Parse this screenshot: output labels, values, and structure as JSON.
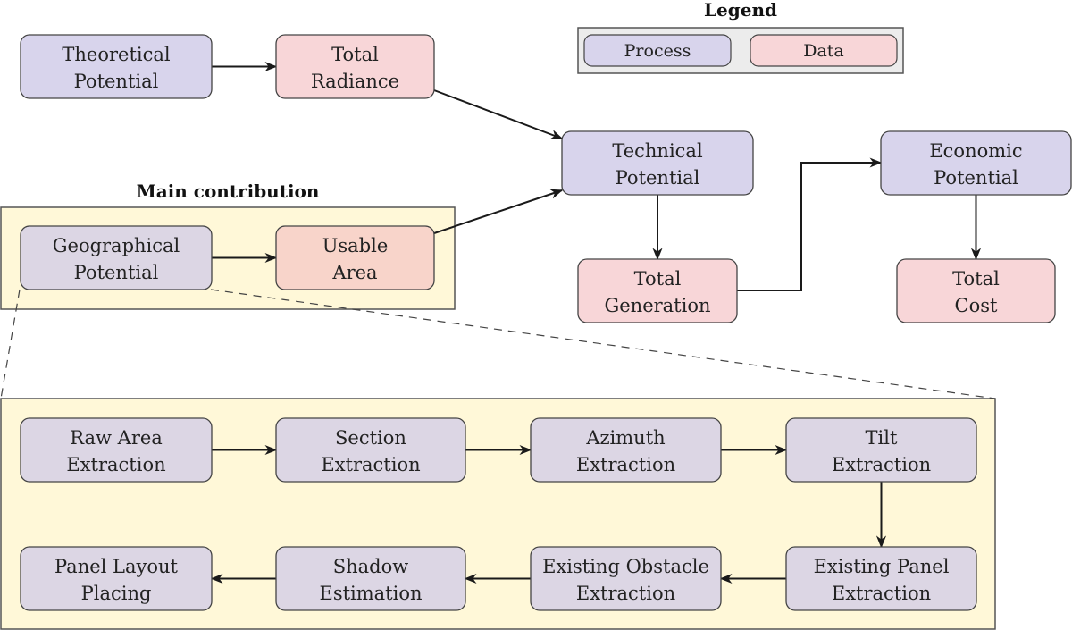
{
  "colors": {
    "process_fill": "#d8d4ec",
    "data_fill": "#f8d6d8",
    "usable_area_fill": "#f8d4ca",
    "geo_fill": "#dcd6e4",
    "contribution_fill": "#fff8d8",
    "legend_bg": "#ececec",
    "stroke": "#444444"
  },
  "legend": {
    "title": "Legend",
    "items": [
      {
        "kind": "process",
        "label": "Process"
      },
      {
        "kind": "data",
        "label": "Data"
      }
    ]
  },
  "sections": {
    "main_contribution": {
      "title": "Main contribution"
    }
  },
  "nodes": [
    {
      "id": "theoretical",
      "kind": "process",
      "lines": [
        "Theoretical",
        "Potential"
      ]
    },
    {
      "id": "radiance",
      "kind": "data",
      "lines": [
        "Total",
        "Radiance"
      ]
    },
    {
      "id": "technical",
      "kind": "process",
      "lines": [
        "Technical",
        "Potential"
      ]
    },
    {
      "id": "economic",
      "kind": "process",
      "lines": [
        "Economic",
        "Potential"
      ]
    },
    {
      "id": "geographical",
      "kind": "geo",
      "lines": [
        "Geographical",
        "Potential"
      ]
    },
    {
      "id": "usable",
      "kind": "usable",
      "lines": [
        "Usable",
        "Area"
      ]
    },
    {
      "id": "generation",
      "kind": "data",
      "lines": [
        "Total",
        "Generation"
      ]
    },
    {
      "id": "cost",
      "kind": "data",
      "lines": [
        "Total",
        "Cost"
      ]
    },
    {
      "id": "raw",
      "kind": "geo",
      "lines": [
        "Raw Area",
        "Extraction"
      ]
    },
    {
      "id": "section",
      "kind": "geo",
      "lines": [
        "Section",
        "Extraction"
      ]
    },
    {
      "id": "azimuth",
      "kind": "geo",
      "lines": [
        "Azimuth",
        "Extraction"
      ]
    },
    {
      "id": "tilt",
      "kind": "geo",
      "lines": [
        "Tilt",
        "Extraction"
      ]
    },
    {
      "id": "panel_layout",
      "kind": "geo",
      "lines": [
        "Panel Layout",
        "Placing"
      ]
    },
    {
      "id": "shadow",
      "kind": "geo",
      "lines": [
        "Shadow",
        "Estimation"
      ]
    },
    {
      "id": "obstacle",
      "kind": "geo",
      "lines": [
        "Existing Obstacle",
        "Extraction"
      ]
    },
    {
      "id": "existing_panel",
      "kind": "geo",
      "lines": [
        "Existing Panel",
        "Extraction"
      ]
    }
  ],
  "edges": [
    {
      "from": "theoretical",
      "to": "radiance"
    },
    {
      "from": "radiance",
      "to": "technical"
    },
    {
      "from": "usable",
      "to": "technical"
    },
    {
      "from": "geographical",
      "to": "usable"
    },
    {
      "from": "technical",
      "to": "generation"
    },
    {
      "from": "generation",
      "to": "economic"
    },
    {
      "from": "economic",
      "to": "cost"
    },
    {
      "from": "raw",
      "to": "section"
    },
    {
      "from": "section",
      "to": "azimuth"
    },
    {
      "from": "azimuth",
      "to": "tilt"
    },
    {
      "from": "tilt",
      "to": "existing_panel"
    },
    {
      "from": "existing_panel",
      "to": "obstacle"
    },
    {
      "from": "obstacle",
      "to": "shadow"
    },
    {
      "from": "shadow",
      "to": "panel_layout"
    }
  ]
}
